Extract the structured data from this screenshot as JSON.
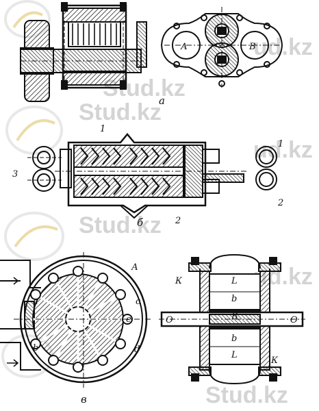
{
  "watermark": {
    "text_main": "Stud.kz",
    "text_right": "ud.kz",
    "text_bottom": "Stud.kz",
    "color": "#d4d4d4"
  },
  "figure_a": {
    "caption": "а",
    "label_left": "А",
    "label_right": "В"
  },
  "figure_b": {
    "caption": "б",
    "label_top_1": "1",
    "label_right_1": "1",
    "label_right_2": "2",
    "label_left_3": "3",
    "label_bottom_2": "2"
  },
  "figure_c": {
    "caption": "в",
    "label_A": "А",
    "label_a": "а",
    "label_b": "b",
    "label_c": "с",
    "label_e": "е",
    "label_d": "d"
  },
  "figure_d": {
    "label_K_top": "К",
    "label_K_bottom": "К",
    "label_L_top": "L",
    "label_L_bottom": "L",
    "label_b_top": "b",
    "label_b_bottom": "b",
    "label_B": "В",
    "label_O_left": "О",
    "label_O_right": "О"
  },
  "colors": {
    "ink": "#111111",
    "hatch": "#333333",
    "paper": "#ffffff"
  }
}
